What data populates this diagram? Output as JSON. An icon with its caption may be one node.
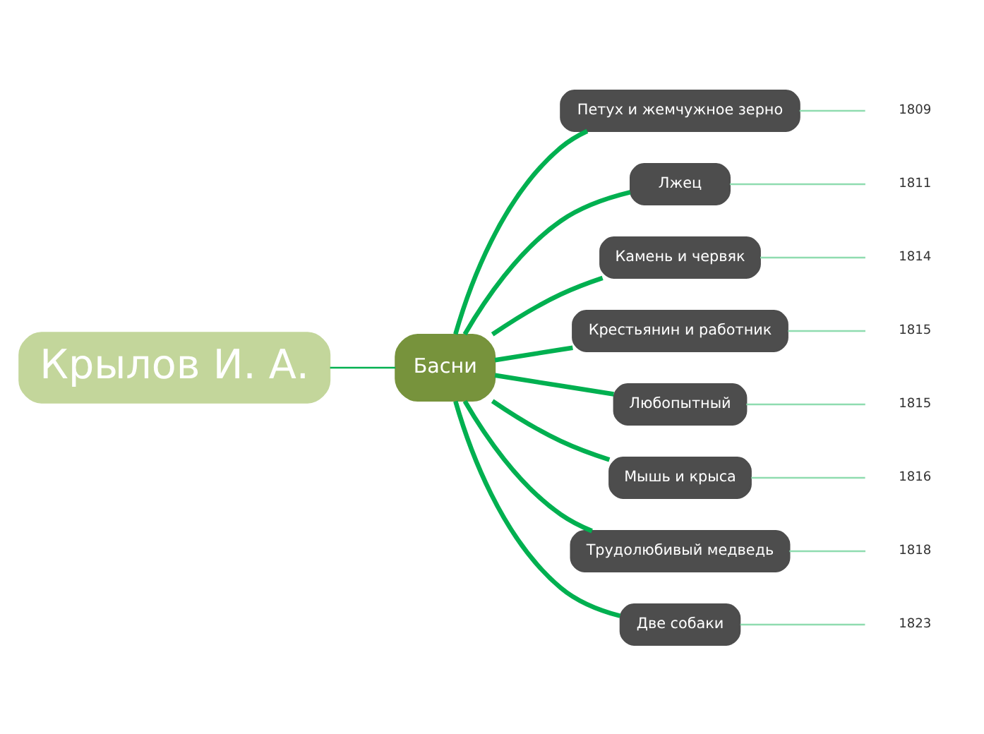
{
  "diagram": {
    "nodes": [
      {
        "text": [
          "Крылов И. А."
        ]
      },
      {
        "text": [
          "Басни"
        ]
      },
      {
        "text": [
          "Петух и жемчужное зерно"
        ]
      },
      {
        "text": [
          "1809"
        ]
      },
      {
        "text": [
          "Лжец"
        ]
      },
      {
        "text": [
          "1811"
        ]
      },
      {
        "text": [
          "Камень и червяк"
        ]
      },
      {
        "text": [
          "1814"
        ]
      },
      {
        "text": [
          "Крестьянин и работник"
        ]
      },
      {
        "text": [
          "1815"
        ]
      },
      {
        "text": [
          "Любопытный"
        ]
      },
      {
        "text": [
          "1815"
        ]
      },
      {
        "text": [
          "Мышь и крыса"
        ]
      },
      {
        "text": [
          "1816"
        ]
      },
      {
        "text": [
          "Трудолюбивый медведь"
        ]
      },
      {
        "text": [
          "1818"
        ]
      },
      {
        "text": [
          "Две собаки"
        ]
      },
      {
        "text": [
          "1823"
        ]
      }
    ],
    "edges": [
      {
        "from": 0,
        "to": 1,
        "arrow": "none"
      },
      {
        "from": 1,
        "to": 2,
        "arrow": "none",
        "style": "thick"
      },
      {
        "from": 1,
        "to": 4,
        "arrow": "none",
        "style": "thick"
      },
      {
        "from": 1,
        "to": 6,
        "arrow": "none",
        "style": "thick"
      },
      {
        "from": 1,
        "to": 8,
        "arrow": "none",
        "style": "thick"
      },
      {
        "from": 1,
        "to": 10,
        "arrow": "none",
        "style": "thick"
      },
      {
        "from": 1,
        "to": 12,
        "arrow": "none",
        "style": "thick"
      },
      {
        "from": 1,
        "to": 14,
        "arrow": "none",
        "style": "thick"
      },
      {
        "from": 1,
        "to": 16,
        "arrow": "none",
        "style": "thick"
      },
      {
        "from": 2,
        "to": 3,
        "arrow": "none",
        "color": "#8fdcb0"
      },
      {
        "from": 4,
        "to": 5,
        "arrow": "none",
        "color": "#8fdcb0"
      },
      {
        "from": 6,
        "to": 7,
        "arrow": "none",
        "color": "#8fdcb0"
      },
      {
        "from": 8,
        "to": 9,
        "arrow": "none",
        "color": "#8fdcb0"
      },
      {
        "from": 10,
        "to": 11,
        "arrow": "none",
        "color": "#8fdcb0"
      },
      {
        "from": 12,
        "to": 13,
        "arrow": "none",
        "color": "#8fdcb0"
      },
      {
        "from": 14,
        "to": 15,
        "arrow": "none",
        "color": "#8fdcb0"
      },
      {
        "from": 16,
        "to": 17,
        "arrow": "none",
        "color": "#8fdcb0"
      }
    ]
  }
}
